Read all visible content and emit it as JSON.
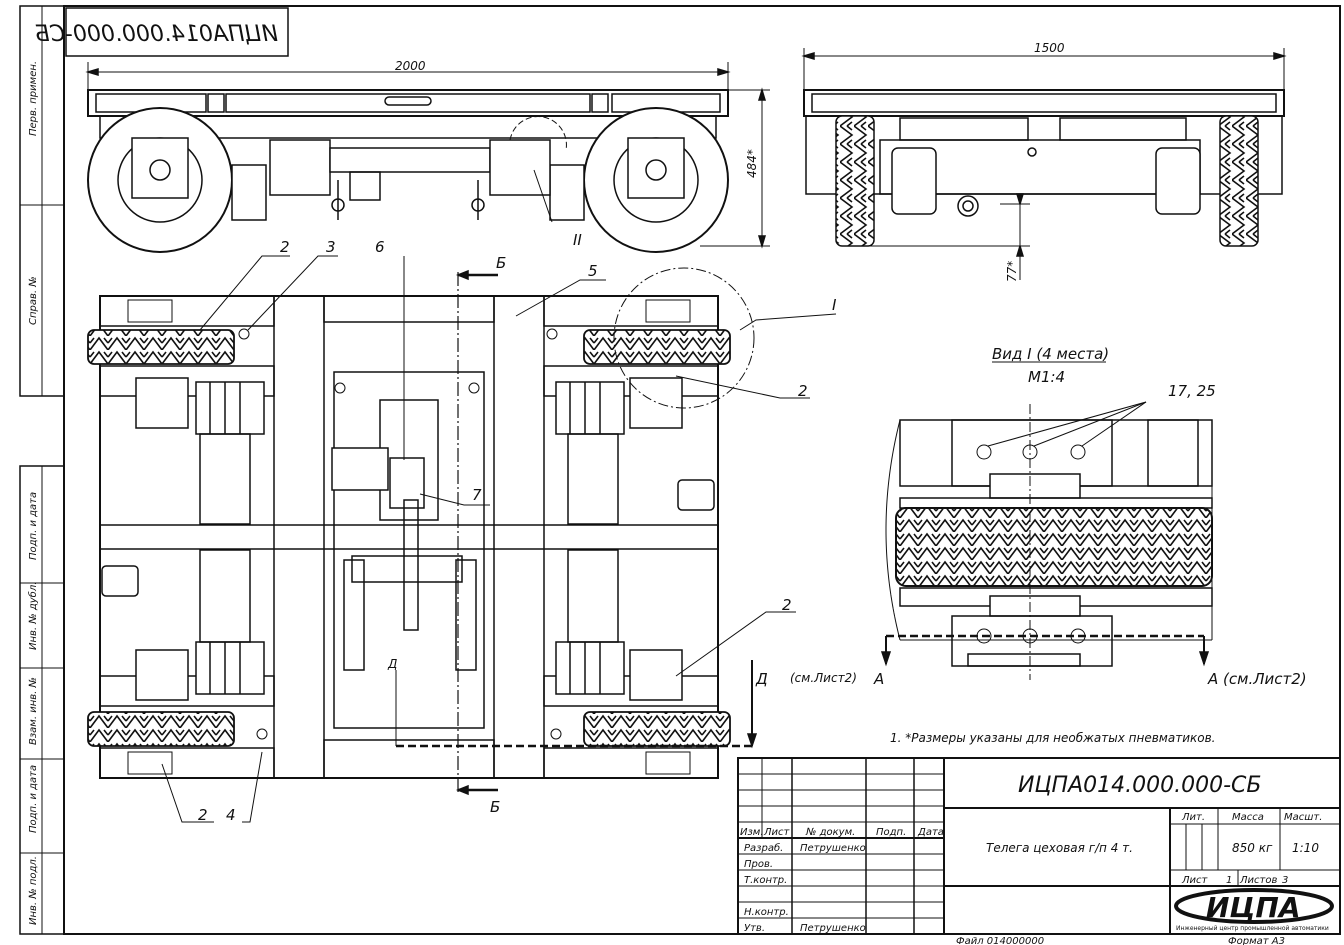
{
  "title_box_mirrored": "ИЦПА014.000.000-СБ",
  "margin_labels": {
    "perv_primen": "Перв. примен.",
    "sprav_no": "Справ. №",
    "podp_data_1": "Подп. и дата",
    "inv_dubl": "Инв. № дубл.",
    "vzam_inv": "Взам. инв. №",
    "podp_data_2": "Подп. и дата",
    "inv_podl": "Инв. № подл."
  },
  "dimensions": {
    "length": "2000",
    "width": "1500",
    "height": "484*",
    "clearance": "77*"
  },
  "callouts": {
    "c2a": "2",
    "c3": "3",
    "c6": "6",
    "c5": "5",
    "cI": "I",
    "c2b": "2",
    "c7": "7",
    "c2c": "2",
    "c2d": "2",
    "c4": "4",
    "cII": "II",
    "secB_top": "Б",
    "secB_bot": "Б",
    "secD": "Д",
    "secD2": "Д"
  },
  "view_detail": {
    "title": "Вид I (4 места)",
    "scale": "М1:4",
    "items": "17, 25"
  },
  "section_A": {
    "left_letter": "А",
    "right_text": "А (см.Лист2)",
    "d_ref": "(см.Лист2)"
  },
  "note": "1. *Размеры указаны для необжатых пневматиков.",
  "title_block": {
    "designation": "ИЦПА014.000.000-СБ",
    "name": "Телега цеховая г/п 4 т.",
    "lit_header": "Лит.",
    "mass_header": "Масса",
    "scale_header": "Масшт.",
    "mass": "850 кг",
    "scale": "1:10",
    "sheet_label": "Лист",
    "sheet_no": "1",
    "sheets_label": "Листов",
    "sheets_total": "3",
    "col_izm": "Изм.",
    "col_list": "Лист",
    "col_docum": "№ докум.",
    "col_podp": "Подп.",
    "col_data": "Дата",
    "row_razrab": "Разраб.",
    "row_prov": "Пров.",
    "row_tkontr": "Т.контр.",
    "row_nkontr": "Н.контр.",
    "row_utv": "Утв.",
    "razrab_name": "Петрушенко",
    "utv_name": "Петрушенко",
    "logo": "ИЦПА",
    "company": "Инженерный центр промышленной автоматики",
    "file": "Файл 014000000",
    "format": "Формат А3"
  }
}
